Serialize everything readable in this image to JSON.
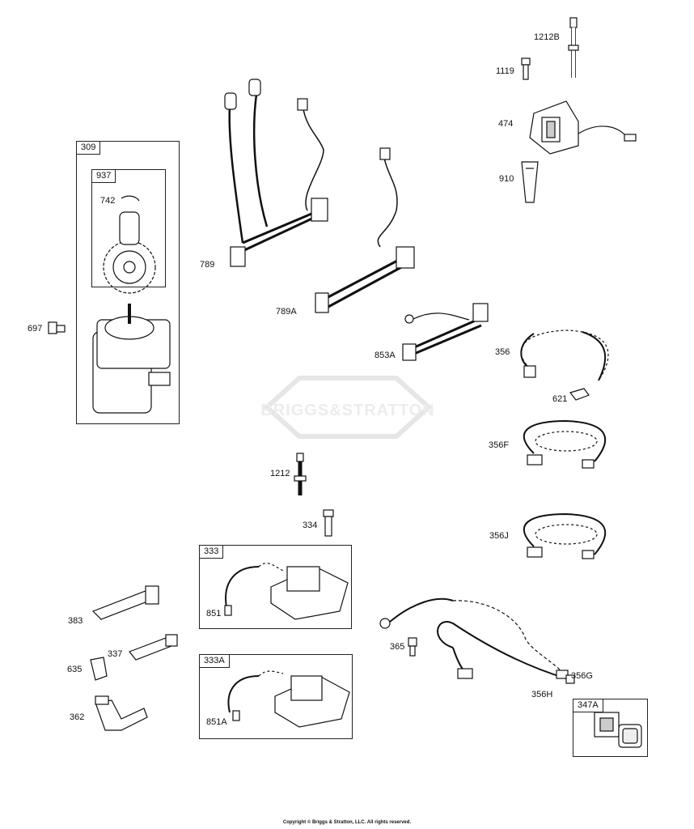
{
  "watermark": "BRIGGS&STRATTON",
  "copyright": "Copyright © Briggs & Stratton, LLC. All rights reserved.",
  "boxes": {
    "b309": "309",
    "b937": "937",
    "b333": "333",
    "b333A": "333A",
    "b347A": "347A"
  },
  "parts": {
    "p1212B": "1212B",
    "p1119": "1119",
    "p474": "474",
    "p910": "910",
    "p742": "742",
    "p789": "789",
    "p789A": "789A",
    "p697": "697",
    "p853A": "853A",
    "p356": "356",
    "p621": "621",
    "p356F": "356F",
    "p1212": "1212",
    "p334": "334",
    "p356J": "356J",
    "p851": "851",
    "p383": "383",
    "p337": "337",
    "p635": "635",
    "p365": "365",
    "p356G": "356G",
    "p356H": "356H",
    "p851A": "851A",
    "p362": "362"
  }
}
